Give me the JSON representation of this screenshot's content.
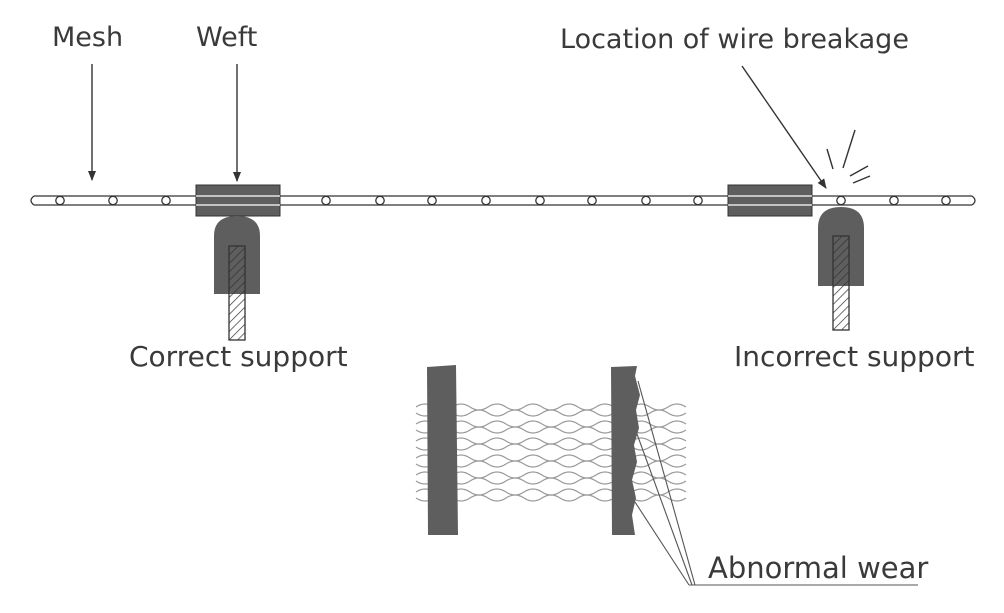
{
  "labels": {
    "mesh": "Mesh",
    "weft": "Weft",
    "breakage": "Location of wire breakage",
    "correct": "Correct support",
    "incorrect": "Incorrect support",
    "wear": "Abnormal wear"
  },
  "colors": {
    "ink": "#333333",
    "support": "#5e5e5e",
    "wire": "#9a9a9a"
  }
}
